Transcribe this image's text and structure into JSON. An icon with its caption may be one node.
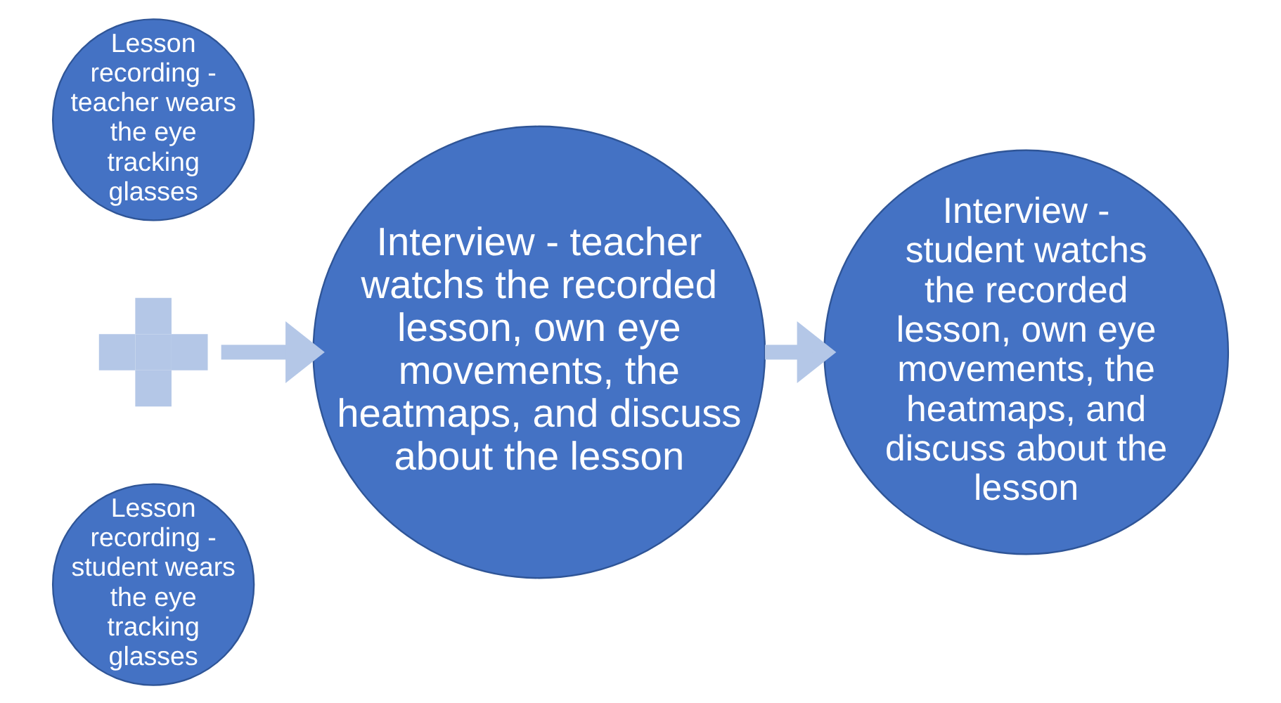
{
  "diagram": {
    "nodes": [
      {
        "text": [
          "Lesson recording - teacher wears the eye tracking glasses"
        ]
      },
      {
        "text": [],
        "shape": "plus"
      },
      {
        "text": [
          "Lesson recording - student wears the eye tracking glasses"
        ]
      },
      {
        "text": [
          "Interview - teacher watchs the recorded lesson, own eye movements, the heatmaps, and discuss about the lesson"
        ]
      },
      {
        "text": [
          "Interview - student watchs the recorded lesson, own eye movements, the heatmaps, and discuss about the lesson"
        ]
      }
    ],
    "edges": [
      {
        "from": 1,
        "to": 3,
        "arrow": "to"
      },
      {
        "from": 3,
        "to": 4,
        "arrow": "to"
      }
    ]
  }
}
